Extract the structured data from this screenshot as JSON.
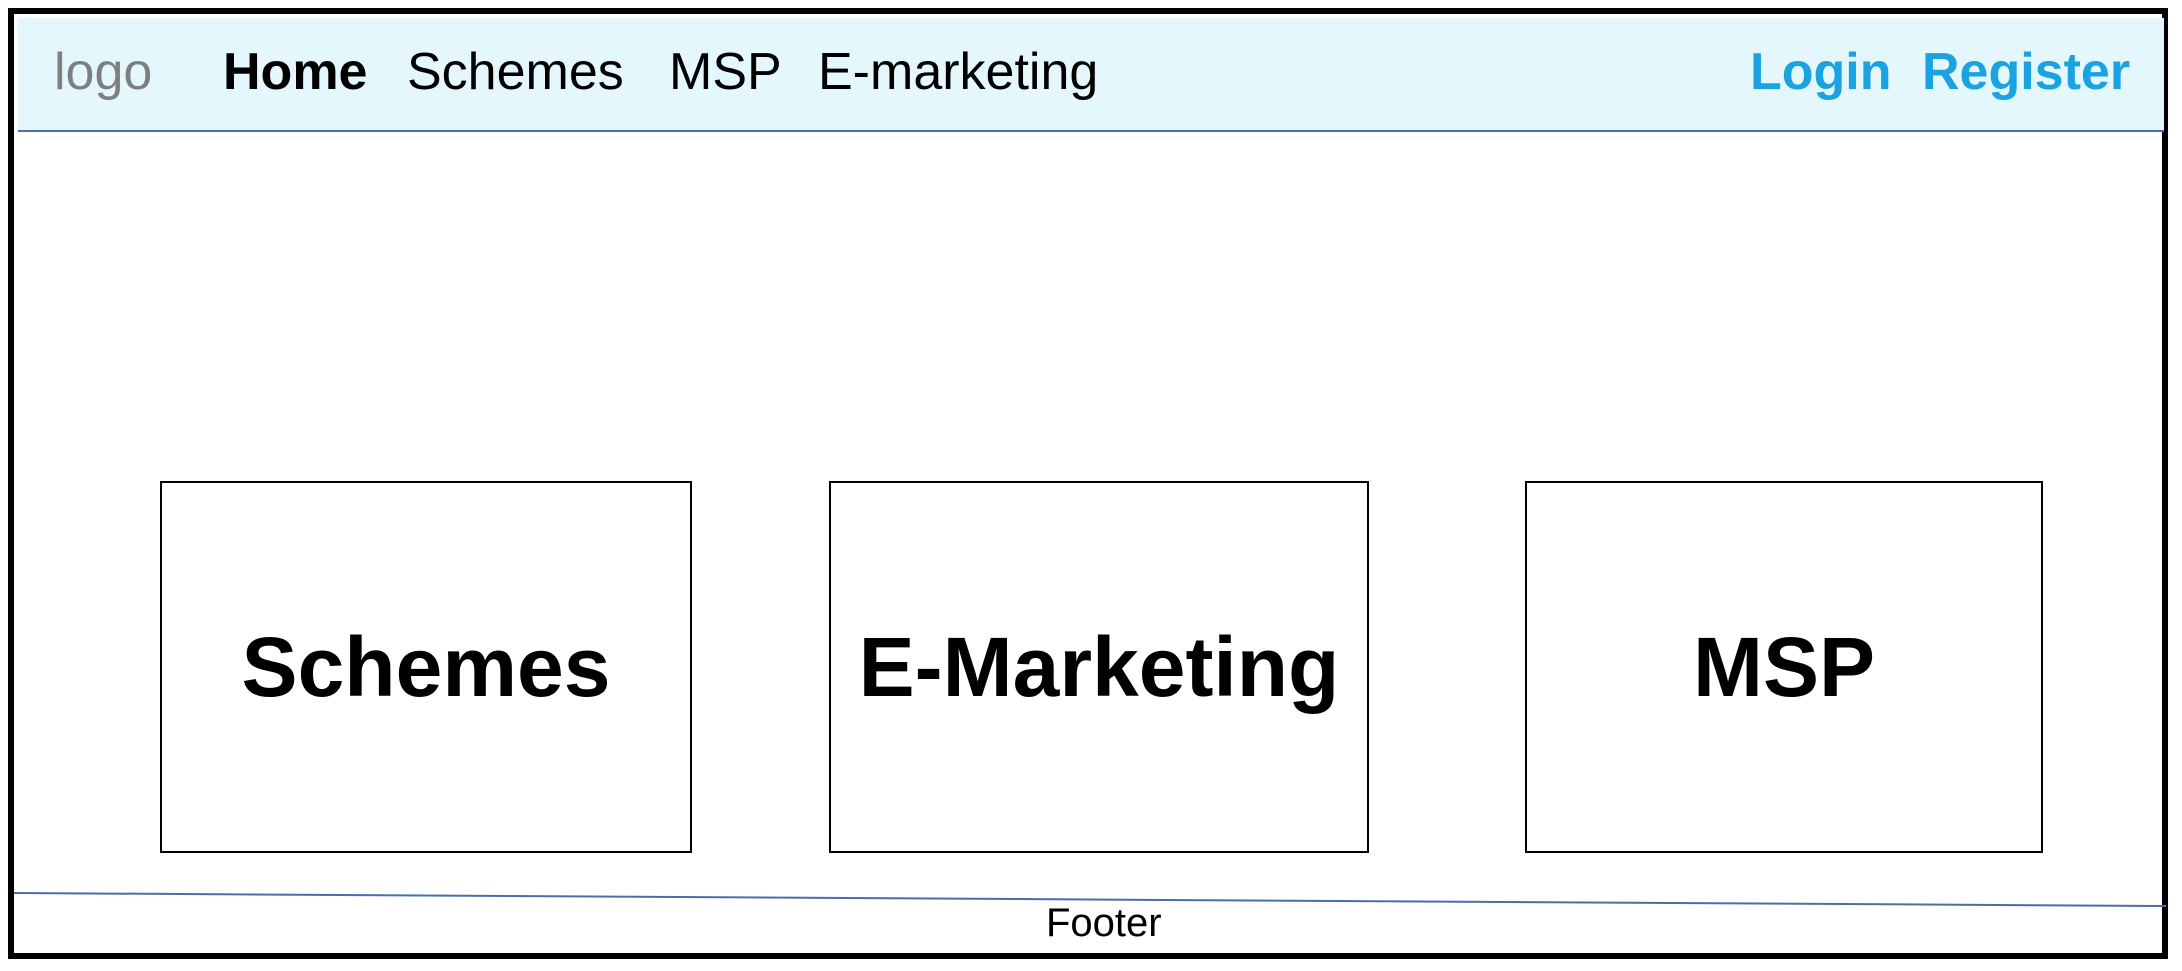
{
  "header": {
    "logo_text": "logo",
    "nav": {
      "home": "Home",
      "schemes": "Schemes",
      "msp": "MSP",
      "emarketing": "E-marketing"
    },
    "auth": {
      "login": "Login",
      "register": "Register"
    }
  },
  "main": {
    "cards": {
      "schemes": "Schemes",
      "emarketing": "E-Marketing",
      "msp": "MSP"
    }
  },
  "footer": {
    "text": "Footer"
  },
  "colors": {
    "navbar_background": "#e4f7fc",
    "auth_link": "#1aa3e0",
    "logo_text": "#7f7f7f",
    "divider": "#4a6ea9"
  }
}
